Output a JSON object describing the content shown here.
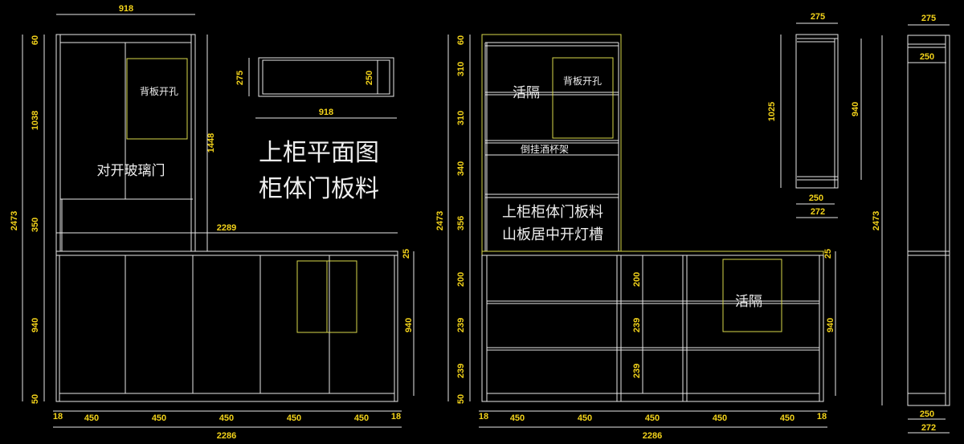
{
  "labels": {
    "left_door": "对开玻璃门",
    "back_hole": "背板开孔",
    "plan_title_1": "上柜平面图",
    "plan_title_2": "柜体门板料",
    "mid_shelf": "活隔",
    "mid_back_hole": "背板开孔",
    "glass_rack": "倒挂酒杯架",
    "mid_note_1": "上柜柜体门板料",
    "mid_note_2": "山板居中开灯槽",
    "lower_shelf": "活隔"
  },
  "dims": {
    "left": {
      "top_width": "918",
      "h60": "60",
      "h1038": "1038",
      "h350": "350",
      "total": "2473",
      "upper": "1448",
      "width_2289": "2289",
      "h25": "25",
      "h940_l": "940",
      "h940_r": "940",
      "h50": "50",
      "b18_l": "18",
      "b450": [
        "450",
        "450",
        "450",
        "450",
        "450"
      ],
      "b18_r": "18",
      "total_width": "2286"
    },
    "plan": {
      "depth": "275",
      "inner": "250",
      "width": "918"
    },
    "mid": {
      "h60": "60",
      "h310a": "310",
      "h310b": "310",
      "h340": "340",
      "h356": "356",
      "total": "2473",
      "h25": "25",
      "h200": "200",
      "h239a": "239",
      "h239b": "239",
      "h50": "50",
      "i200": "200",
      "i239a": "239",
      "i239b": "239",
      "h940": "940",
      "b18_l": "18",
      "b450": [
        "450",
        "450",
        "450",
        "450",
        "450"
      ],
      "b18_r": "18",
      "total_width": "2286"
    },
    "side_upper": {
      "top": "275",
      "height": "1025",
      "inner": "940",
      "b250": "250",
      "b272": "272"
    },
    "side_full": {
      "top": "275",
      "inner_top": "250",
      "height": "2473",
      "b250": "250",
      "b272": "272"
    }
  }
}
